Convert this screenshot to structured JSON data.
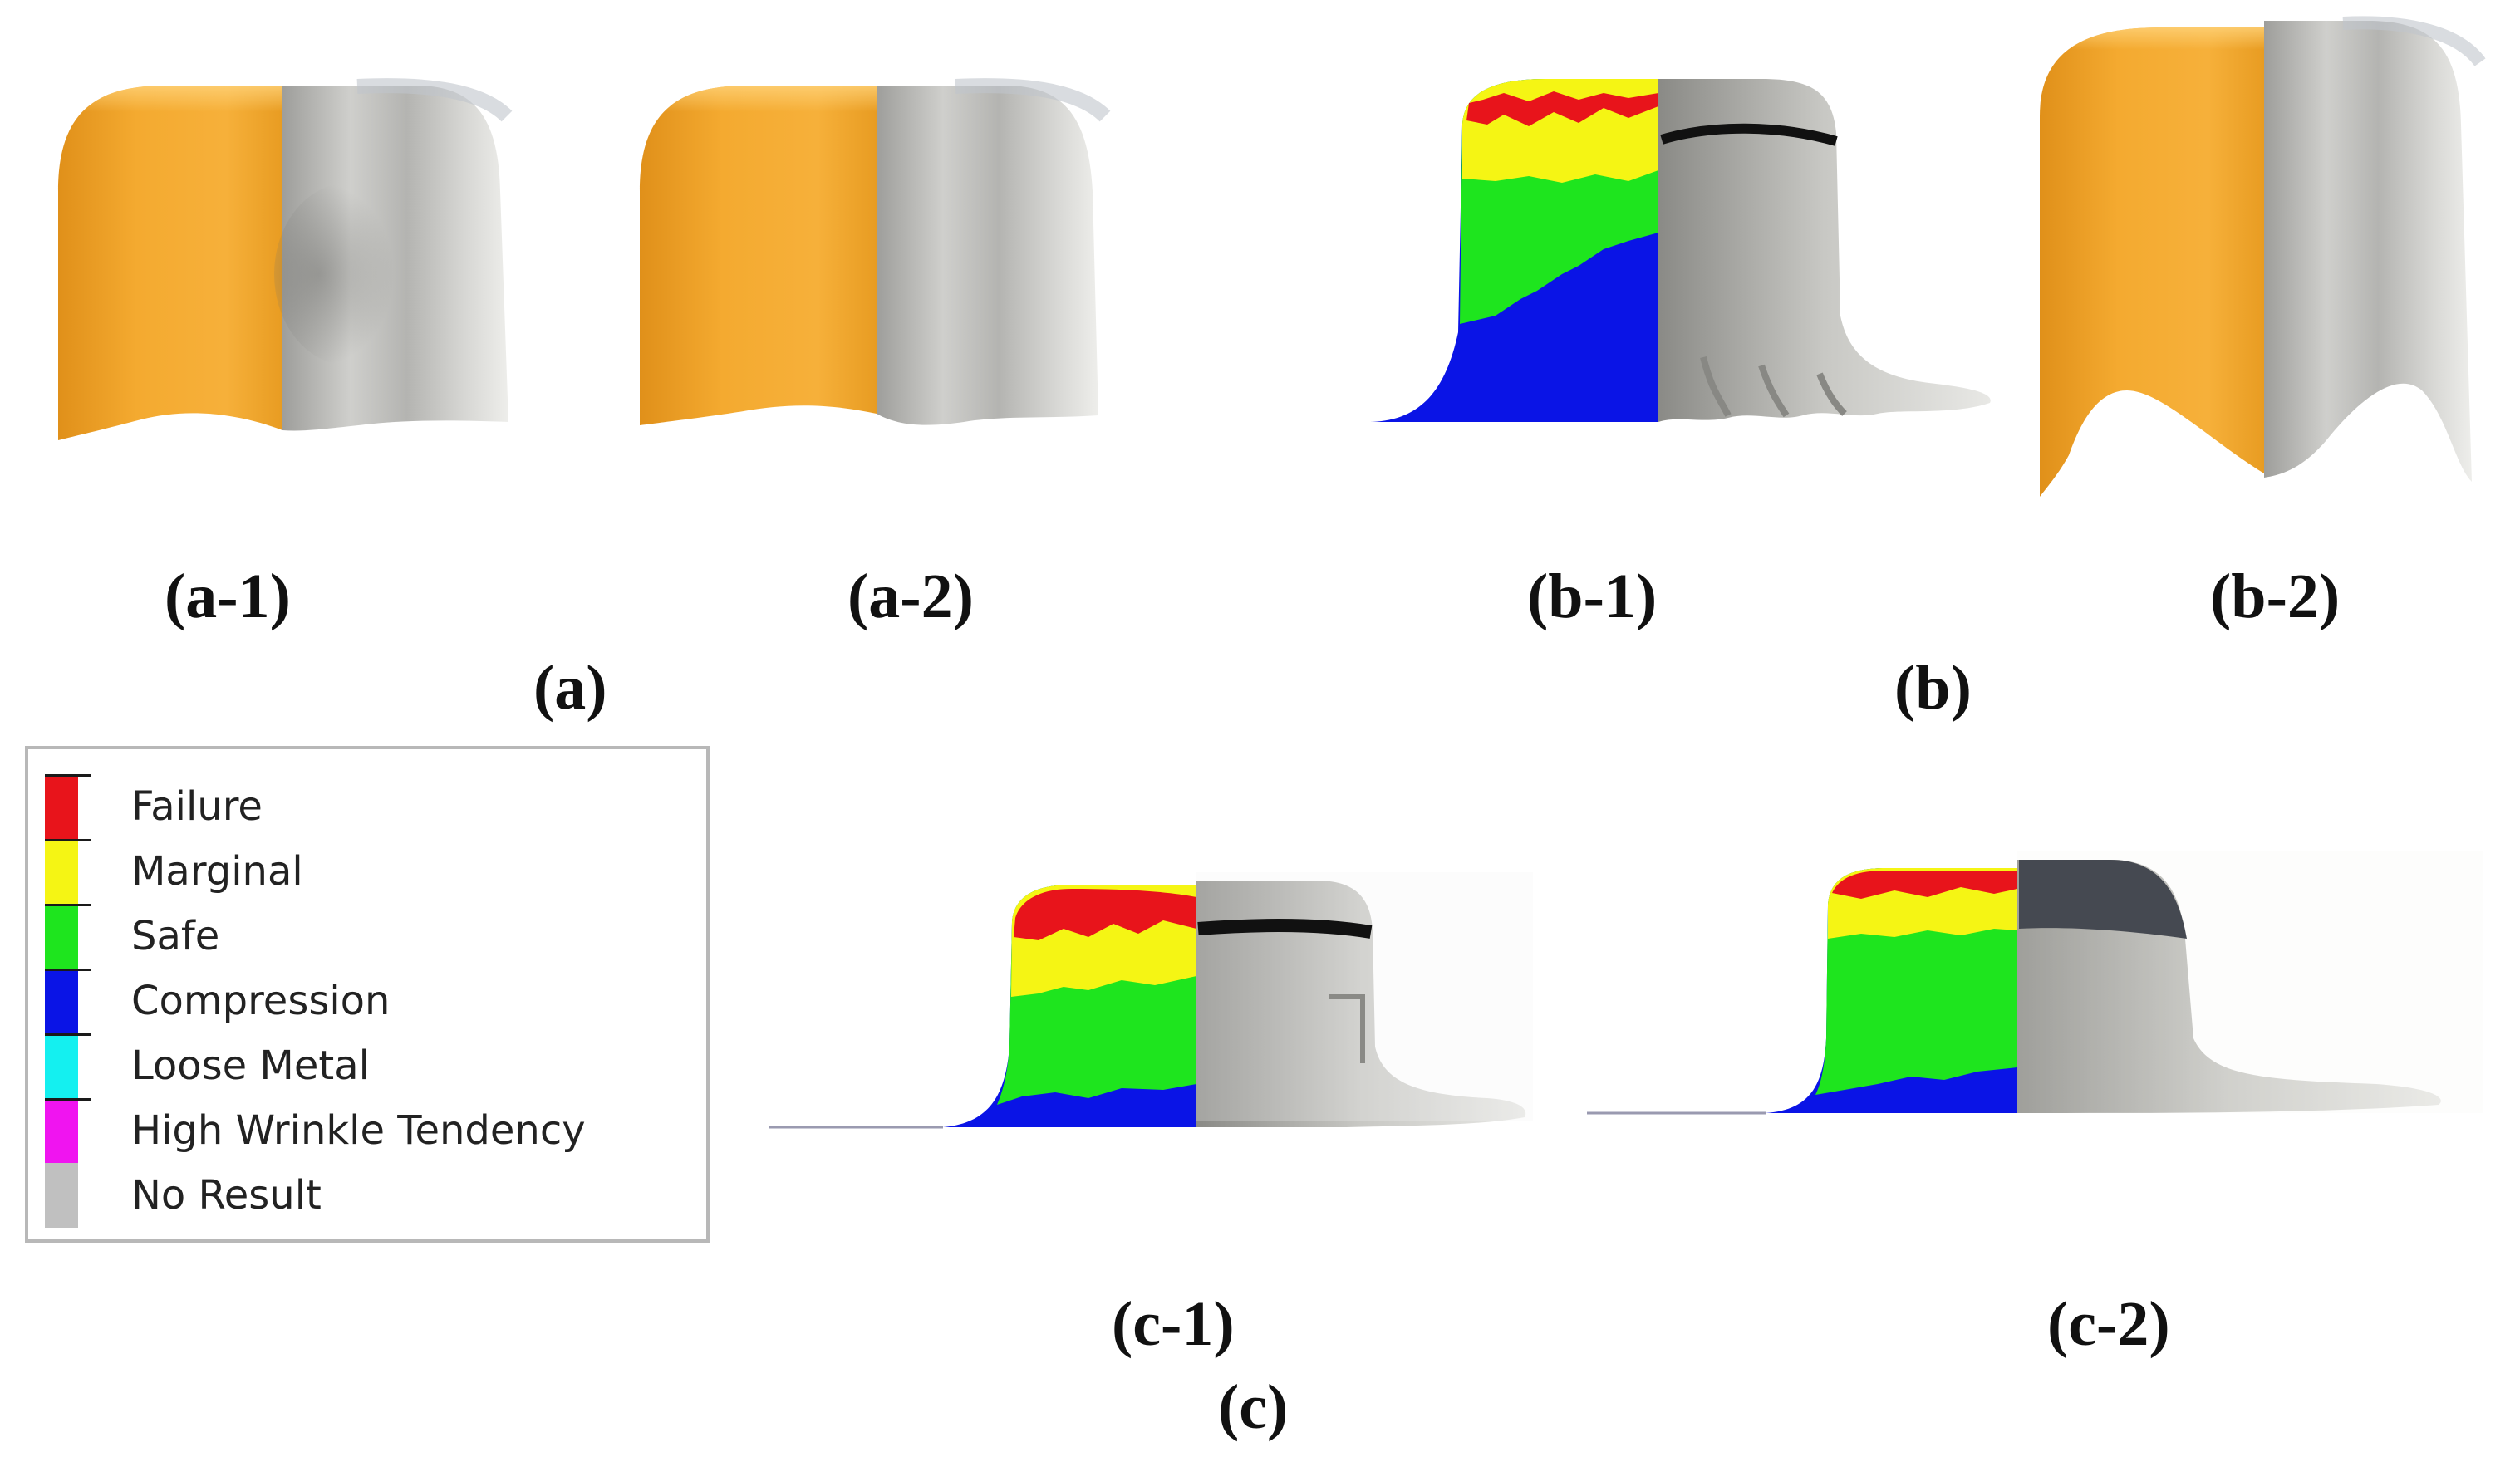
{
  "figure": {
    "panels": [
      {
        "id": "a-1",
        "label": "(a-1)"
      },
      {
        "id": "a-2",
        "label": "(a-2)"
      },
      {
        "id": "b-1",
        "label": "(b-1)"
      },
      {
        "id": "b-2",
        "label": "(b-2)"
      },
      {
        "id": "c-1",
        "label": "(c-1)"
      },
      {
        "id": "c-2",
        "label": "(c-2)"
      }
    ],
    "groups": [
      {
        "id": "a",
        "label": "(a)"
      },
      {
        "id": "b",
        "label": "(b)"
      },
      {
        "id": "c",
        "label": "(c)"
      }
    ]
  },
  "legend": {
    "items": [
      {
        "label": "Failure",
        "color": "#e8141b"
      },
      {
        "label": "Marginal",
        "color": "#f5f514"
      },
      {
        "label": "Safe",
        "color": "#1ee51e"
      },
      {
        "label": "Compression",
        "color": "#0a14e6"
      },
      {
        "label": "Loose Metal",
        "color": "#14f0f0"
      },
      {
        "label": "High Wrinkle Tendency",
        "color": "#f014f0"
      },
      {
        "label": "No Result",
        "color": "#c0c0c0"
      }
    ]
  },
  "colors": {
    "simulation_body": "#f2a42a",
    "metal": "#c9c9c6",
    "crack": "#111111",
    "background": "#ffffff"
  }
}
